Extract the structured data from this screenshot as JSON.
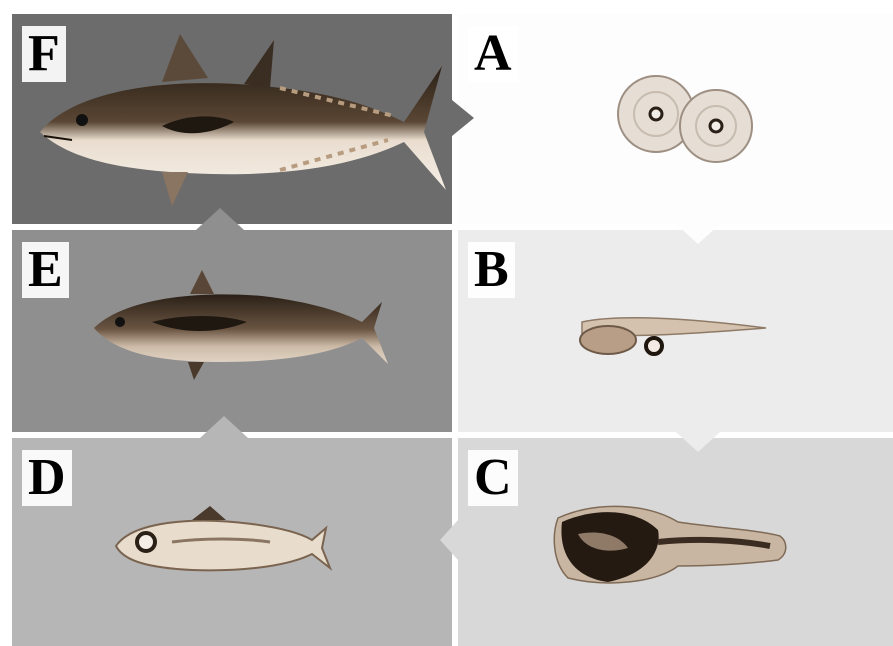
{
  "stages": [
    {
      "id": "F",
      "label": "F",
      "subject": "adult-tuna",
      "bg": "#6c6c6c"
    },
    {
      "id": "A",
      "label": "A",
      "subject": "eggs",
      "bg": "#fdfdfd"
    },
    {
      "id": "E",
      "label": "E",
      "subject": "juvenile-tuna",
      "bg": "#8f8f8f"
    },
    {
      "id": "B",
      "label": "B",
      "subject": "yolk-sac-larva",
      "bg": "#ececec"
    },
    {
      "id": "D",
      "label": "D",
      "subject": "postlarval-fish",
      "bg": "#b6b6b6"
    },
    {
      "id": "C",
      "label": "C",
      "subject": "larva",
      "bg": "#d8d8d8"
    }
  ],
  "colors": {
    "divider": "#c9c9c9",
    "fish_dark": "#2e2418",
    "fish_mid": "#7a6450",
    "fish_light": "#efe4d6",
    "sepia": "#b49a82"
  }
}
